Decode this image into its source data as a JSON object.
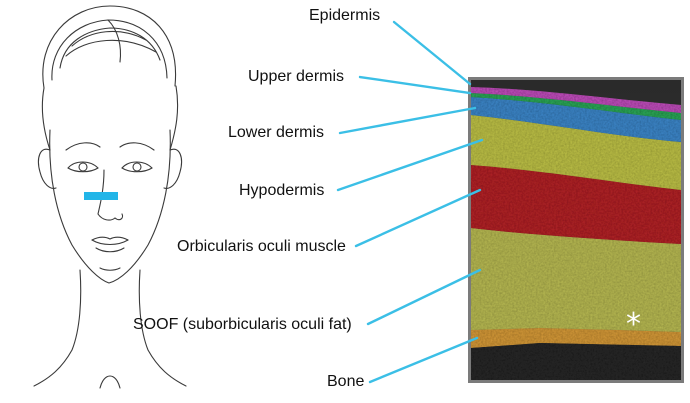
{
  "labels": {
    "epidermis": "Epidermis",
    "upper_dermis": "Upper dermis",
    "lower_dermis": "Lower dermis",
    "hypodermis": "Hypodermis",
    "orbicularis": "Orbicularis oculi muscle",
    "soof": "SOOF (suborbicularis oculi fat)",
    "bone": "Bone"
  },
  "asterisk": "*",
  "colors": {
    "leader_line": "#3bbfe6",
    "marker_bar": "#22b5e8",
    "epidermis": "#c44fc0",
    "upper_dermis": "#2faa5a",
    "lower_dermis": "#3f8fd8",
    "hypodermis": "#cdd24a",
    "orbicularis": "#c0232a",
    "soof": "#c6c958",
    "bone": "#e3a23a",
    "frame": "#7b7b7b"
  },
  "icons": {
    "face": "face-line-drawing-icon",
    "marker": "ultrasound-probe-position-marker"
  }
}
